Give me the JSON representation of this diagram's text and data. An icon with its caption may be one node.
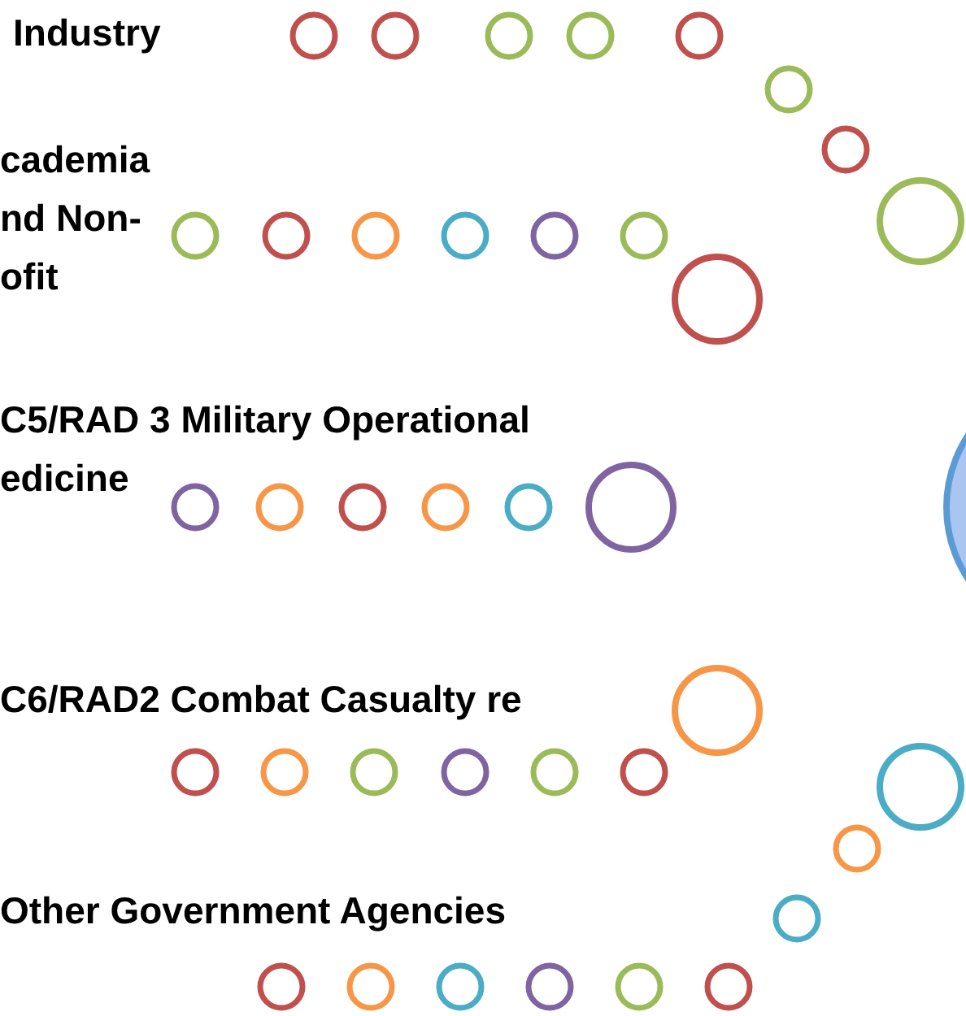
{
  "diagram": {
    "nodes": [
      {
        "text": [],
        "shape": "circle"
      }
    ],
    "labels": [
      "Industry",
      "cademia nd Non- ofit",
      "C5/RAD 3 Military Operational edicine",
      "C6/RAD2 Combat Casualty re",
      "Other Government Agencies"
    ]
  }
}
